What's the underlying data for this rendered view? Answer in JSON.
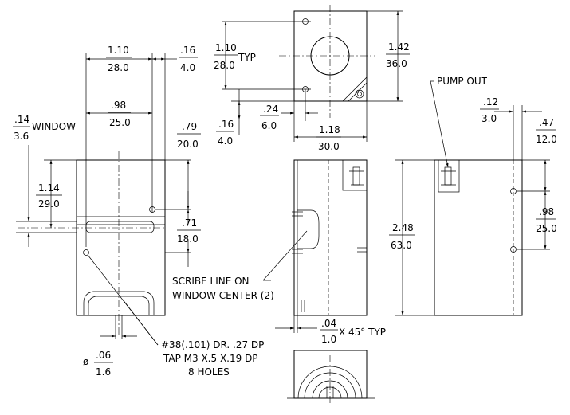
{
  "dims": {
    "front_width_in": ".98",
    "front_width_mm": "25.0",
    "offset_1_10_in": "1.10",
    "offset_1_10_mm": "28.0",
    "offset_16_in": ".16",
    "offset_16_mm": "4.0",
    "window_in": ".14",
    "window_mm": "3.6",
    "window_label": "WINDOW",
    "height_114_in": "1.14",
    "height_114_mm": "29.0",
    "height_79_in": ".79",
    "height_79_mm": "20.0",
    "height_71_in": ".71",
    "height_71_mm": "18.0",
    "top_110_in": "1.10",
    "top_110_mm": "28.0",
    "typ_label": "TYP",
    "top_142_in": "1.42",
    "top_142_mm": "36.0",
    "top_24_in": ".24",
    "top_24_mm": "6.0",
    "top_16_in": ".16",
    "top_16_mm": "4.0",
    "top_118_in": "1.18",
    "top_118_mm": "30.0",
    "side_248_in": "2.48",
    "side_248_mm": "63.0",
    "chamfer_in": ".04",
    "chamfer_mm": "1.0",
    "chamfer_label": "X 45° TYP",
    "right_12_in": ".12",
    "right_12_mm": "3.0",
    "right_47_in": ".47",
    "right_47_mm": "12.0",
    "right_98_in": ".98",
    "right_98_mm": "25.0",
    "dia_symbol": "ø",
    "dia_in": ".06",
    "dia_mm": "1.6"
  },
  "notes": {
    "pump_out": "PUMP OUT",
    "scribe_line_1": "SCRIBE LINE ON",
    "scribe_line_2": "WINDOW CENTER (2)",
    "hole_1": "#38(.101) DR. .27 DP",
    "hole_2": "TAP M3 X.5 X.19 DP",
    "hole_3": "8 HOLES"
  }
}
